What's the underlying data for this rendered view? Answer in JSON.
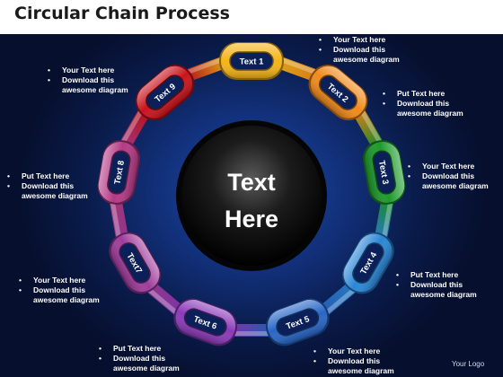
{
  "title": "Circular Chain Process",
  "center_text": [
    "Text",
    "Here"
  ],
  "links": [
    {
      "label": "Text 1",
      "color": "#f5b419"
    },
    {
      "label": "Text 2",
      "color": "#f08a1c"
    },
    {
      "label": "Text 3",
      "color": "#1e9a2c"
    },
    {
      "label": "Text 4",
      "color": "#2a86d6"
    },
    {
      "label": "Text 5",
      "color": "#2866c6"
    },
    {
      "label": "Text 6",
      "color": "#8a3ab8"
    },
    {
      "label": "Text7",
      "color": "#a03c9c"
    },
    {
      "label": "Text 8",
      "color": "#b43a86"
    },
    {
      "label": "Text 9",
      "color": "#c8141c"
    }
  ],
  "notes": [
    {
      "lines": [
        "Your Text here",
        "Download this",
        "awesome diagram"
      ]
    },
    {
      "lines": [
        "Put  Text here",
        "Download this",
        "awesome diagram"
      ]
    },
    {
      "lines": [
        "Your Text here",
        "Download this",
        "awesome diagram"
      ]
    },
    {
      "lines": [
        "Put Text here",
        "Download this",
        "awesome diagram"
      ]
    },
    {
      "lines": [
        "Your Text  here",
        "Download this",
        "awesome diagram"
      ]
    },
    {
      "lines": [
        "Put Text here",
        "Download this",
        "awesome diagram"
      ]
    },
    {
      "lines": [
        "Your Text here",
        "Download this",
        "awesome diagram"
      ]
    },
    {
      "lines": [
        "Put  Text here",
        "Download this",
        "awesome diagram"
      ]
    },
    {
      "lines": [
        "Your Text here",
        "Download this",
        "awesome diagram"
      ]
    }
  ],
  "logo": "Your Logo"
}
